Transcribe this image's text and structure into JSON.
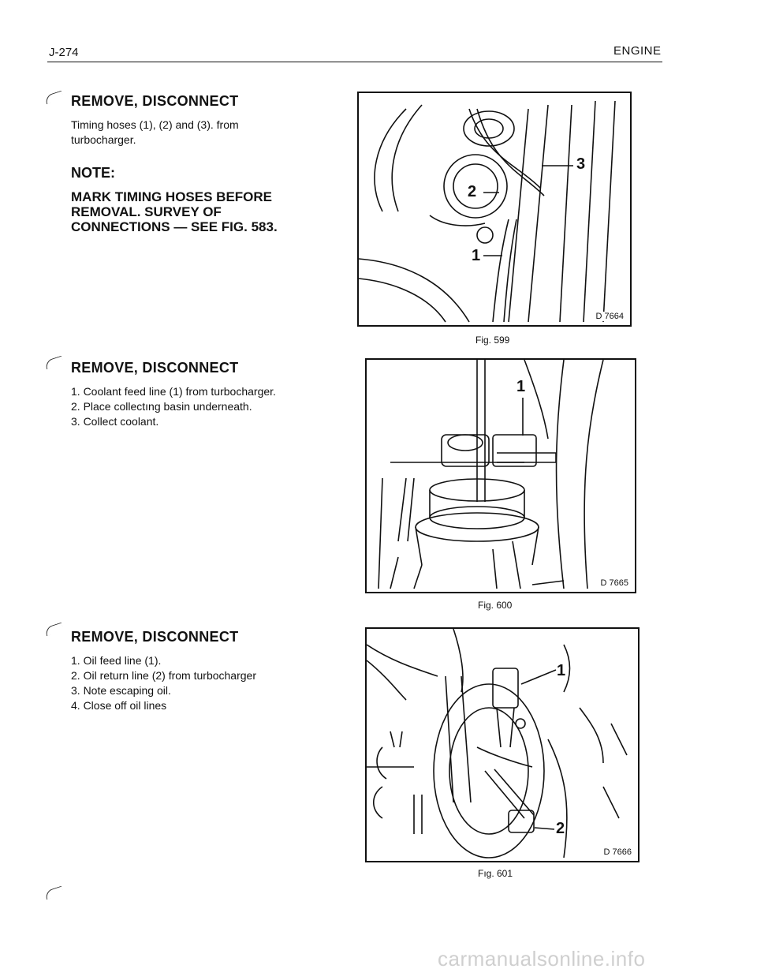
{
  "header": {
    "page_number": "J-274",
    "section": "ENGINE"
  },
  "sections": [
    {
      "heading": "REMOVE, DISCONNECT",
      "body": "Timing hoses (1), (2) and (3). from turbocharger.",
      "note_label": "NOTE:",
      "note_text": "MARK TIMING HOSES BEFORE REMOVAL. SURVEY OF CONNECTIONS — SEE FIG. 583."
    },
    {
      "heading": "REMOVE, DISCONNECT",
      "steps": [
        "1. Coolant feed line (1) from turbocharger.",
        "2. Place collectıng basin underneath.",
        "3. Collect coolant."
      ]
    },
    {
      "heading": "REMOVE, DISCONNECT",
      "steps": [
        "1. Oil feed line (1).",
        "2. Oil return line (2) from turbocharger",
        "3. Note escaping oil.",
        "4. Close off oil lines"
      ]
    }
  ],
  "figures": [
    {
      "caption": "Fig. 599",
      "drawing_id": "D 7664",
      "callouts": [
        "2",
        "3",
        "1"
      ]
    },
    {
      "caption": "Fig. 600",
      "drawing_id": "D 7665",
      "callouts": [
        "1"
      ]
    },
    {
      "caption": "Fıg. 601",
      "drawing_id": "D 7666",
      "callouts": [
        "1",
        "2"
      ]
    }
  ],
  "watermark": "carmanualsonline.info"
}
